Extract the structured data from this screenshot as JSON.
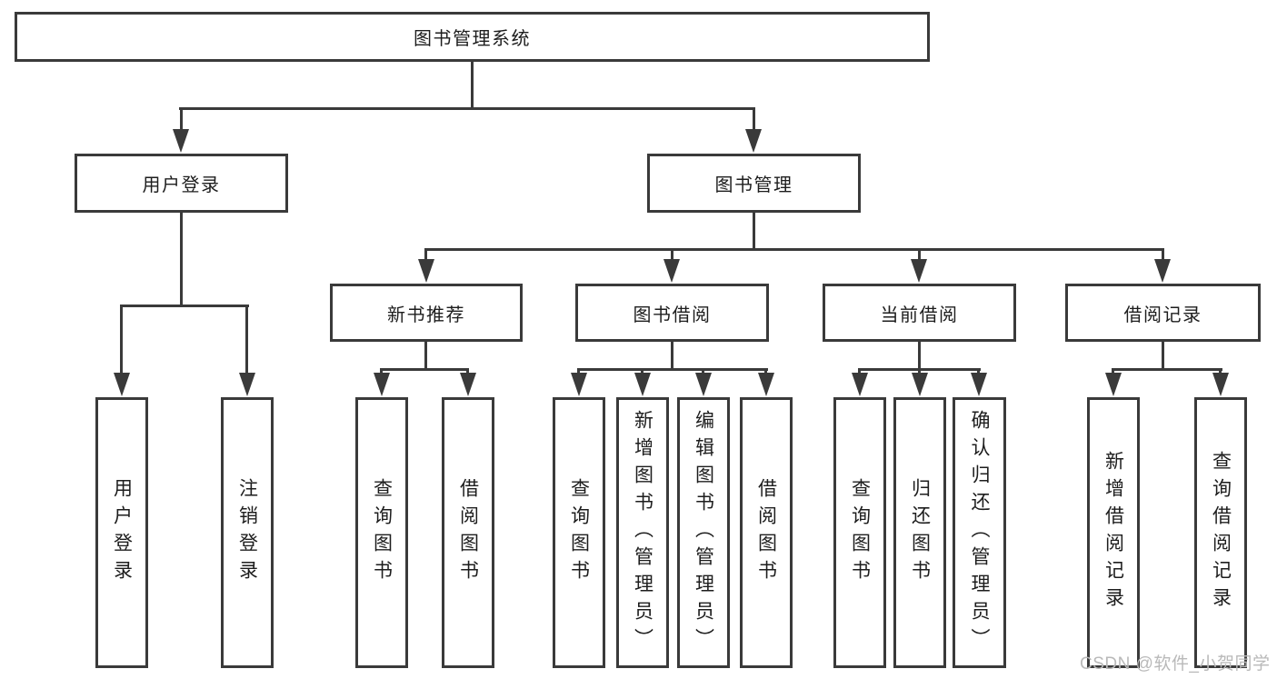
{
  "diagram": {
    "root": {
      "label": "图书管理系统"
    },
    "level2": [
      {
        "label": "用户登录"
      },
      {
        "label": "图书管理"
      }
    ],
    "level3": [
      {
        "label": "新书推荐"
      },
      {
        "label": "图书借阅"
      },
      {
        "label": "当前借阅"
      },
      {
        "label": "借阅记录"
      }
    ],
    "leaves": {
      "user_login": [
        "用户登录",
        "注销登录"
      ],
      "new_book_recommend": [
        "查询图书",
        "借阅图书"
      ],
      "book_borrow": [
        "查询图书",
        "新增图书（管理员）",
        "编辑图书（管理员）",
        "借阅图书"
      ],
      "current_borrow": [
        "查询图书",
        "归还图书",
        "确认归还（管理员）"
      ],
      "borrow_records": [
        "新增借阅记录",
        "查询借阅记录"
      ]
    },
    "watermark": "CSDN @软件_小贺同学",
    "colors": {
      "line": "#3a3a3a",
      "text": "#1d1d1d",
      "watermark": "#b9b9b9",
      "box_background": "#ffffff"
    }
  }
}
